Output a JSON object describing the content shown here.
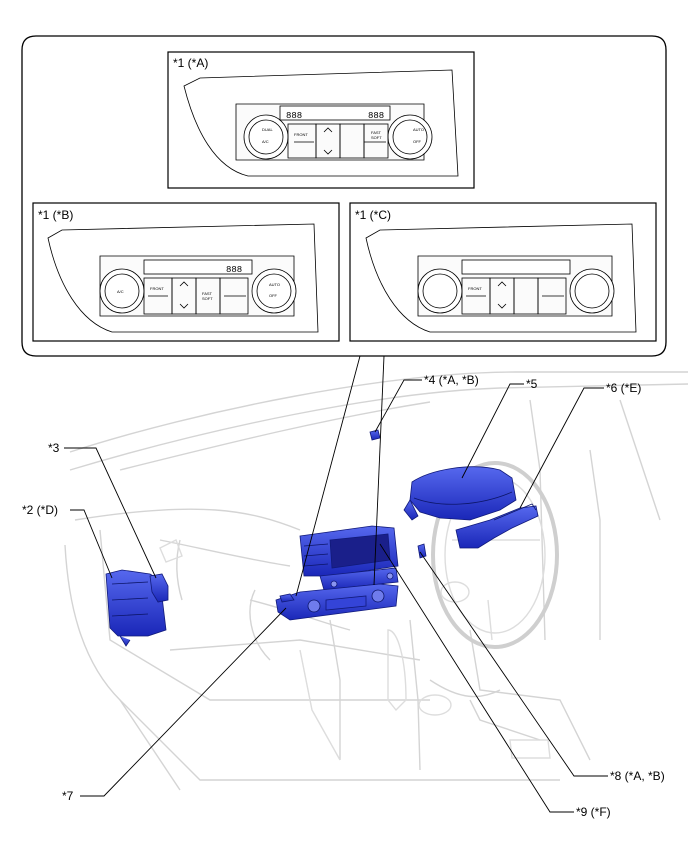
{
  "callouts": {
    "c1a": "*1 (*A)",
    "c1b": "*1 (*B)",
    "c1c": "*1 (*C)",
    "c2": "*2 (*D)",
    "c3": "*3",
    "c4": "*4 (*A, *B)",
    "c5": "*5",
    "c6": "*6 (*E)",
    "c7": "*7",
    "c8": "*8 (*A, *B)",
    "c9": "*9 (*F)"
  },
  "panel_text": {
    "dual": "DUAL",
    "ac": "A/C",
    "auto": "AUTO",
    "off": "OFF",
    "front": "FRONT",
    "fast": "FAST",
    "soft": "SOFT",
    "digits": "888"
  },
  "colors": {
    "highlight": "#2d3fd6",
    "outline": "#000000",
    "ghost": "#d8d8d8"
  }
}
